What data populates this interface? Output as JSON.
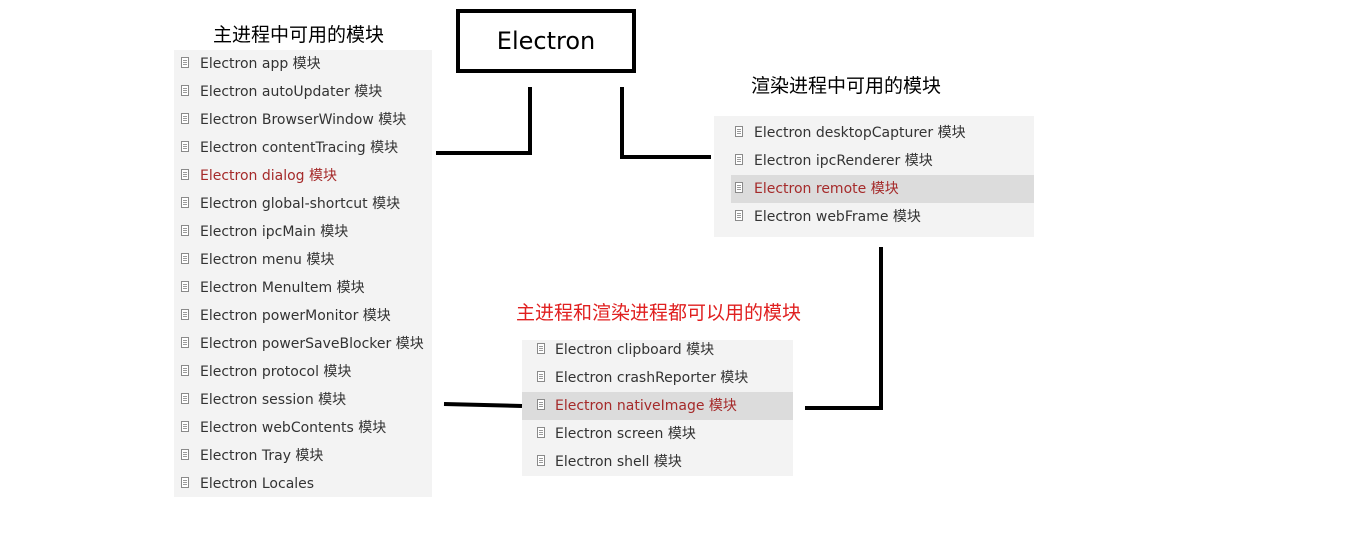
{
  "title": "Electron",
  "main_process": {
    "heading": "主进程中可用的模块",
    "items": [
      {
        "label": "Electron app 模块",
        "active": false
      },
      {
        "label": "Electron autoUpdater 模块",
        "active": false
      },
      {
        "label": "Electron BrowserWindow 模块",
        "active": false
      },
      {
        "label": "Electron contentTracing 模块",
        "active": false
      },
      {
        "label": "Electron dialog 模块",
        "active": true
      },
      {
        "label": "Electron global-shortcut 模块",
        "active": false
      },
      {
        "label": "Electron ipcMain 模块",
        "active": false
      },
      {
        "label": "Electron menu 模块",
        "active": false
      },
      {
        "label": "Electron MenuItem 模块",
        "active": false
      },
      {
        "label": "Electron powerMonitor 模块",
        "active": false
      },
      {
        "label": "Electron powerSaveBlocker 模块",
        "active": false
      },
      {
        "label": "Electron protocol 模块",
        "active": false
      },
      {
        "label": "Electron session 模块",
        "active": false
      },
      {
        "label": "Electron webContents 模块",
        "active": false
      },
      {
        "label": "Electron Tray 模块",
        "active": false
      },
      {
        "label": "Electron Locales",
        "active": false
      }
    ]
  },
  "renderer_process": {
    "heading": "渲染进程中可用的模块",
    "items": [
      {
        "label": "Electron desktopCapturer 模块",
        "active": false
      },
      {
        "label": "Electron ipcRenderer 模块",
        "active": false
      },
      {
        "label": "Electron remote 模块",
        "active": true
      },
      {
        "label": "Electron webFrame 模块",
        "active": false
      }
    ]
  },
  "shared": {
    "heading": "主进程和渲染进程都可以用的模块",
    "items": [
      {
        "label": "Electron clipboard 模块",
        "active": false
      },
      {
        "label": "Electron crashReporter 模块",
        "active": false
      },
      {
        "label": "Electron nativeImage 模块",
        "active": true
      },
      {
        "label": "Electron screen 模块",
        "active": false
      },
      {
        "label": "Electron shell 模块",
        "active": false
      }
    ]
  },
  "colors": {
    "active_text": "#a52a2a",
    "shared_heading": "#e02020",
    "panel_bg": "#f3f3f3",
    "selected_bg": "#dcdcdc"
  }
}
